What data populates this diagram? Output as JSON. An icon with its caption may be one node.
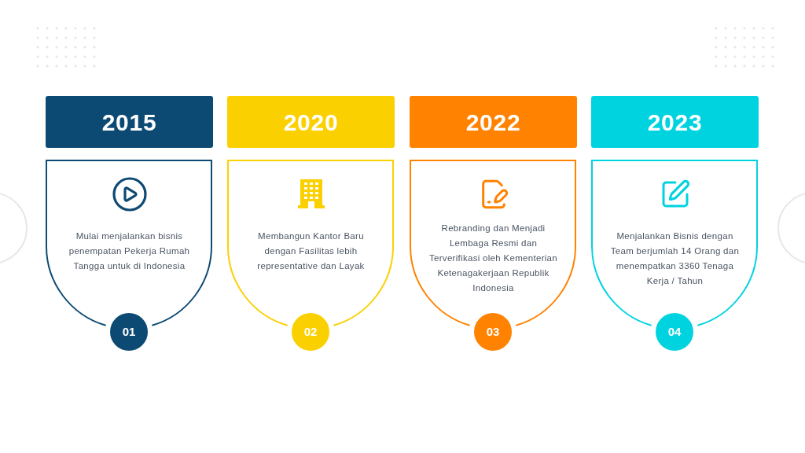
{
  "diagram": {
    "nodes": [
      {
        "text": [
          "2015"
        ]
      },
      {
        "text": [
          "Mulai menjalankan bisnis penempatan Pekerja Rumah Tangga untuk di Indonesia"
        ]
      },
      {
        "text": [
          "01"
        ]
      },
      {
        "text": [
          "2020"
        ]
      },
      {
        "text": [
          "Membangun Kantor Baru dengan Fasilitas lebih representative dan Layak"
        ]
      },
      {
        "text": [
          "02"
        ]
      },
      {
        "text": [
          "2022"
        ]
      },
      {
        "text": [
          "Rebranding dan Menjadi Lembaga Resmi dan Terverifikasi oleh Kementerian Ketenagakerjaan Republik Indonesia"
        ]
      },
      {
        "text": [
          "03"
        ]
      },
      {
        "text": [
          "2023"
        ]
      },
      {
        "text": [
          "Menjalankan Bisnis dengan Team berjumlah 14 Orang dan menempatkan 3360 Tenaga Kerja / Tahun"
        ]
      },
      {
        "text": [
          "04"
        ]
      }
    ]
  }
}
